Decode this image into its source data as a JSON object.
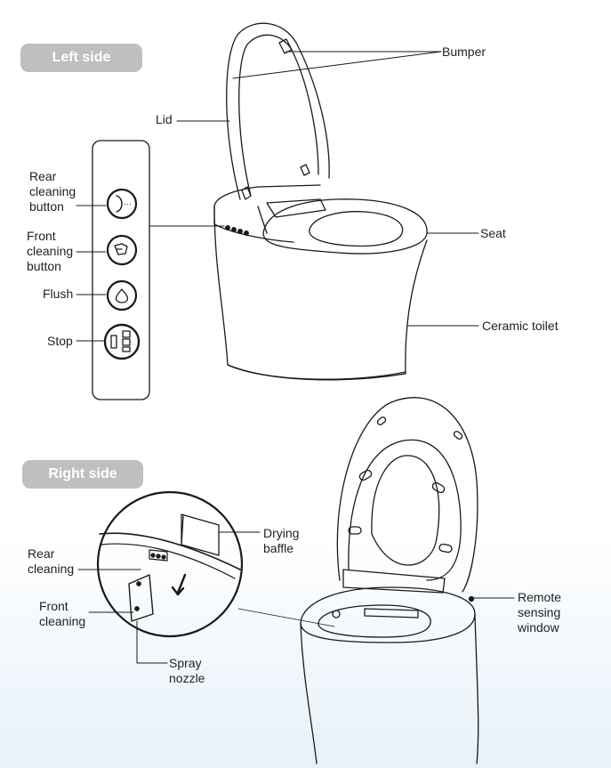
{
  "sections": {
    "left": "Left side",
    "right": "Right side"
  },
  "labels": {
    "bumper": "Bumper",
    "lid": "Lid",
    "seat": "Seat",
    "ceramic_toilet": "Ceramic toilet",
    "rear_cleaning_button": "Rear\ncleaning\nbutton",
    "front_cleaning_button": "Front\ncleaning\nbutton",
    "flush": "Flush",
    "stop": "Stop",
    "drying_baffle": "Drying\nbaffle",
    "rear_cleaning": "Rear\ncleaning",
    "front_cleaning": "Front\ncleaning",
    "spray_nozzle": "Spray\nnozzle",
    "remote_sensing_window": "Remote\nsensing\nwindow"
  },
  "colors": {
    "pill_bg": "#bfbfbf",
    "line": "#1a1a1a",
    "background_bottom": "#e6f1f9"
  }
}
